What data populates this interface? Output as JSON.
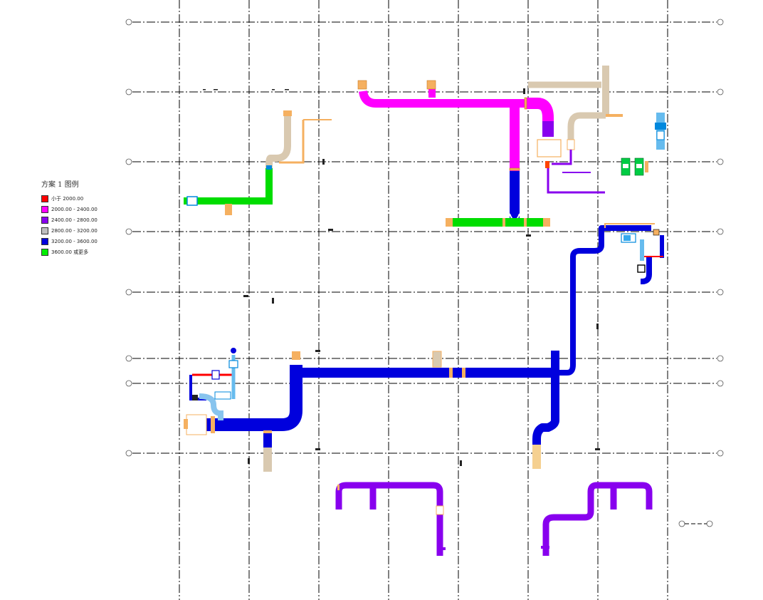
{
  "legend": {
    "title": "方案 1 图例",
    "items": [
      {
        "label": "小于 2000.00",
        "color": "#ff0000"
      },
      {
        "label": "2000.00 - 2400.00",
        "color": "#ff00ff"
      },
      {
        "label": "2400.00 - 2800.00",
        "color": "#8800ee"
      },
      {
        "label": "2800.00 - 3200.00",
        "color": "#bfbfbf"
      },
      {
        "label": "3200.00 - 3600.00",
        "color": "#0000dd"
      },
      {
        "label": "3600.00 或更多",
        "color": "#00ee00"
      }
    ]
  },
  "colors": {
    "grid_line": "#000000",
    "pipe_magenta": "#ff00ff",
    "pipe_purple": "#8800ee",
    "pipe_gray": "#d9c9b0",
    "pipe_blue": "#0000dd",
    "pipe_green": "#00dd00",
    "pipe_red": "#ff0000",
    "fitting_orange": "#f5b060",
    "equipment_cyan": "#33aaee"
  }
}
